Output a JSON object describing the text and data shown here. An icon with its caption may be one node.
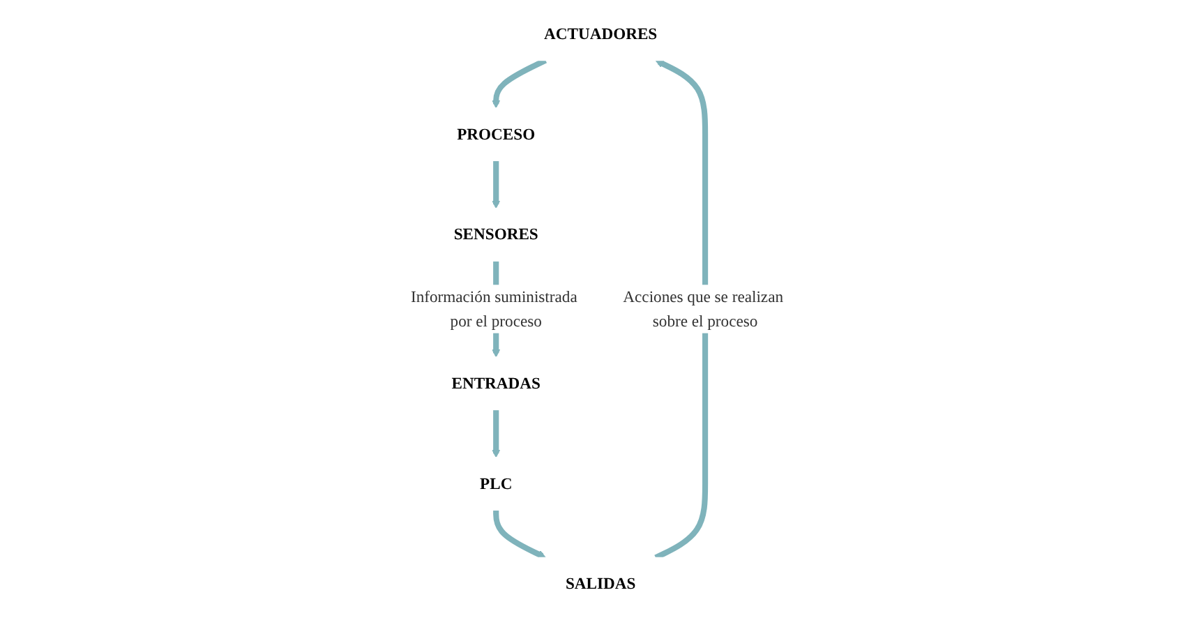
{
  "diagram": {
    "nodes": [
      {
        "text": [
          "ACTUADORES"
        ]
      },
      {
        "text": [
          "PROCESO"
        ]
      },
      {
        "text": [
          "SENSORES"
        ]
      },
      {
        "text": [
          "ENTRADAS"
        ]
      },
      {
        "text": [
          "PLC"
        ]
      },
      {
        "text": [
          "SALIDAS"
        ]
      }
    ],
    "edges": [
      {
        "from": 0,
        "to": 1,
        "arrow": "to"
      },
      {
        "from": 1,
        "to": 2,
        "arrow": "to"
      },
      {
        "from": 2,
        "to": 3,
        "arrow": "to",
        "label": "Información suministrada por el proceso"
      },
      {
        "from": 3,
        "to": 4,
        "arrow": "to"
      },
      {
        "from": 4,
        "to": 5,
        "arrow": "to"
      },
      {
        "from": 5,
        "to": 0,
        "arrow": "to",
        "label": "Acciones que se realizan sobre el proceso"
      }
    ]
  }
}
